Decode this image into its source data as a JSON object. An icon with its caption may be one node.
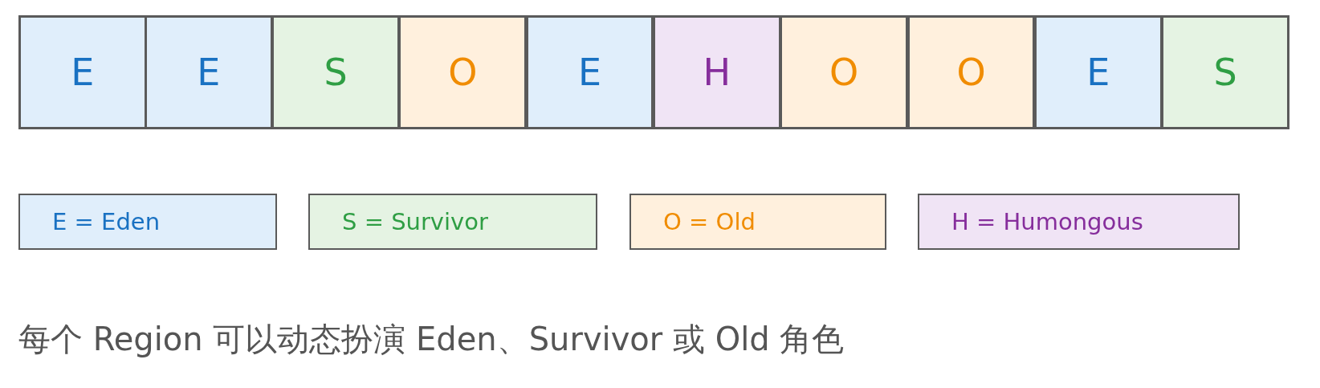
{
  "diagram": {
    "caption": "每个 Region 可以动态扮演 Eden、Survivor 或 Old 角色",
    "nodes": [
      {
        "text": [
          "E"
        ]
      },
      {
        "text": [
          "E"
        ]
      },
      {
        "text": [
          "S"
        ]
      },
      {
        "text": [
          "O"
        ]
      },
      {
        "text": [
          "E"
        ]
      },
      {
        "text": [
          "H"
        ]
      },
      {
        "text": [
          "O"
        ]
      },
      {
        "text": [
          "O"
        ]
      },
      {
        "text": [
          "E"
        ]
      },
      {
        "text": [
          "S"
        ]
      }
    ],
    "legend": [
      {
        "text": "E = Eden",
        "color": "#e0eefb"
      },
      {
        "text": "S = Survivor",
        "color": "#e5f3e3"
      },
      {
        "text": "O = Old",
        "color": "#fff0dd"
      },
      {
        "text": "H = Humongous",
        "color": "#f0e4f5"
      }
    ]
  }
}
